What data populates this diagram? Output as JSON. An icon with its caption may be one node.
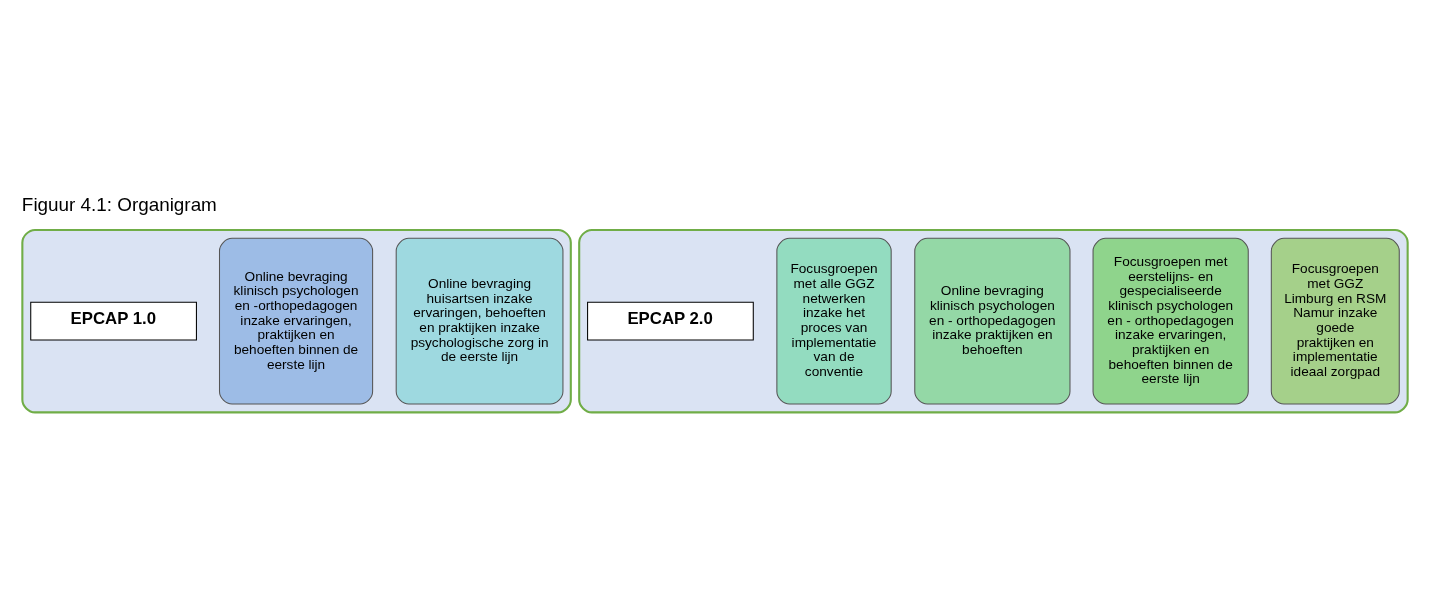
{
  "diagram": {
    "title": "Figuur 4.1: Organigram",
    "nodes": [
      {
        "text": [],
        "shape": "box"
      },
      {
        "text": [
          "EPCAP 1.0"
        ],
        "in": 0
      },
      {
        "text": [
          "Online bevraging klinisch psychologen en -orthopedagogen inzake ervaringen, praktijken en behoeften binnen de eerste lijn"
        ],
        "in": 0
      },
      {
        "text": [
          "Online bevraging huisartsen inzake ervaringen, behoeften en praktijken inzake psychologische zorg in de eerste lijn"
        ],
        "in": 0
      },
      {
        "text": [],
        "shape": "box"
      },
      {
        "text": [
          "EPCAP 2.0"
        ],
        "in": 4
      },
      {
        "text": [
          "Focusgroepen met alle GGZ netwerken inzake het proces van implementatie van de conventie"
        ],
        "in": 4
      },
      {
        "text": [
          "Online bevraging klinisch psychologen en - orthopedagogen inzake praktijken en behoeften"
        ],
        "in": 4
      },
      {
        "text": [
          "Focusgroepen met eerstelijns- en gespecialiseerde klinisch psychologen en - orthopedagogen inzake ervaringen, praktijken en behoeften binnen de eerste lijn"
        ],
        "in": 4
      },
      {
        "text": [
          "Focusgroepen met GGZ Limburg en RSM Namur inzake goede praktijken en implementatie ideaal zorgpad"
        ],
        "in": 4
      }
    ],
    "edges": []
  }
}
